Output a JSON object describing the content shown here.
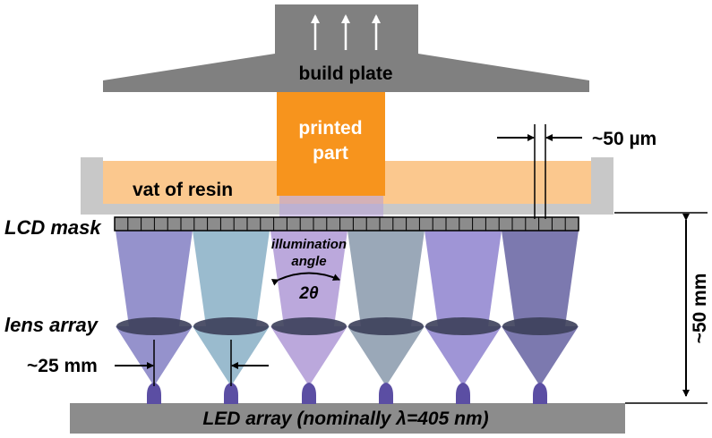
{
  "labels": {
    "build_plate": "build plate",
    "printed_part_line1": "printed",
    "printed_part_line2": "part",
    "vat": "vat of resin",
    "lcd_mask": "LCD mask",
    "pixel_size": "~50 µm",
    "illumination_line1": "illumination",
    "illumination_line2": "angle",
    "two_theta": "2θ",
    "lens_array": "lens array",
    "lens_distance": "~25 mm",
    "height": "~50 mm",
    "led_array": "LED array (nominally λ=405 nm)"
  },
  "colors": {
    "plate": "#808080",
    "part": "#f7941d",
    "resin": "#fbc88e",
    "vat_wall": "#c8c8c8",
    "lcd": "#8c8c8c",
    "lens": "#3c3f5a",
    "led": "#5b4ea3",
    "led_base": "#8c8c8c",
    "cone_colors": [
      "#8a86c6",
      "#8fb4c9",
      "#b49fd8",
      "#8f9eb0",
      "#958ad1",
      "#6e6aa6"
    ]
  },
  "icons": [
    "up-arrow-icon",
    "up-arrow-icon",
    "up-arrow-icon"
  ]
}
